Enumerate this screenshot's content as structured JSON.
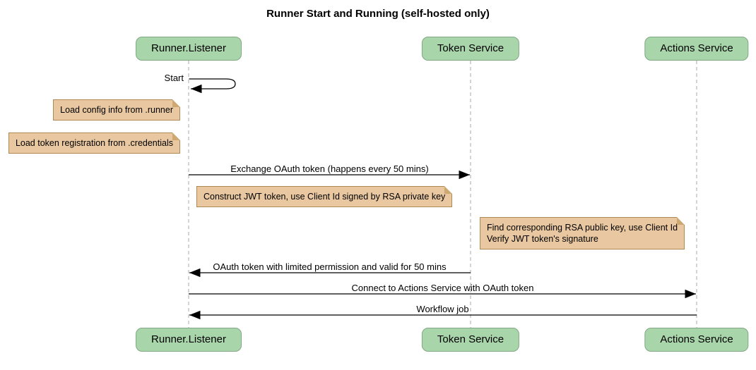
{
  "title": "Runner Start and Running (self-hosted only)",
  "participants": [
    {
      "name": "Runner.Listener"
    },
    {
      "name": "Token Service"
    },
    {
      "name": "Actions Service"
    }
  ],
  "messages": [
    {
      "label": "Start",
      "from": "Runner.Listener",
      "to": "Runner.Listener",
      "type": "self"
    },
    {
      "label": "Exchange OAuth token (happens every 50 mins)",
      "from": "Runner.Listener",
      "to": "Token Service",
      "type": "solid-arrow"
    },
    {
      "label": "OAuth token with limited permission and valid for 50 mins",
      "from": "Token Service",
      "to": "Runner.Listener",
      "type": "solid-arrow"
    },
    {
      "label": "Connect to Actions Service with OAuth token",
      "from": "Runner.Listener",
      "to": "Actions Service",
      "type": "solid-arrow"
    },
    {
      "label": "Workflow job",
      "from": "Actions Service",
      "to": "Runner.Listener",
      "type": "solid-arrow"
    }
  ],
  "notes": [
    {
      "lines": [
        "Load config info from .runner"
      ],
      "position": "left of Runner.Listener"
    },
    {
      "lines": [
        "Load token registration from .credentials"
      ],
      "position": "left of Runner.Listener"
    },
    {
      "lines": [
        "Construct JWT token, use Client Id signed by RSA private key"
      ],
      "position": "between Runner.Listener and Token Service"
    },
    {
      "lines": [
        "Find corresponding RSA public key, use Client Id",
        "Verify JWT token's signature"
      ],
      "position": "left of Actions Service"
    }
  ],
  "colors": {
    "background": "#ffffff",
    "participant_fill": "#a8d5aa",
    "participant_border": "#81a883",
    "note_fill": "#e9c8a1",
    "note_border": "#ae8953",
    "lifeline": "#aaaaaa",
    "arrow": "#000000",
    "text": "#000000"
  }
}
